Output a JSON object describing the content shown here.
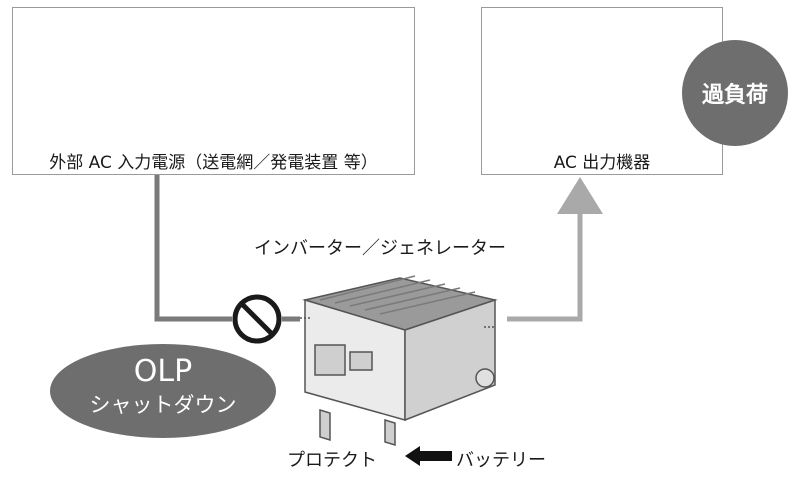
{
  "left_box": {
    "label": "外部 AC 入力電源（送電網／発電装置 等）"
  },
  "right_box": {
    "label": "AC 出力機器"
  },
  "overload_badge": {
    "label": "過負荷"
  },
  "device_caption": {
    "label": "インバーター／ジェネレーター"
  },
  "olp_badge": {
    "title": "OLP",
    "subtitle": "シャットダウン"
  },
  "bottom_caption": {
    "protect": "プロテクト",
    "battery": "バッテリー"
  },
  "colors": {
    "line_dark": "#7a7a7a",
    "line_light": "#a9a9a9",
    "badge": "#6e6e6e",
    "icon": "#666666"
  }
}
